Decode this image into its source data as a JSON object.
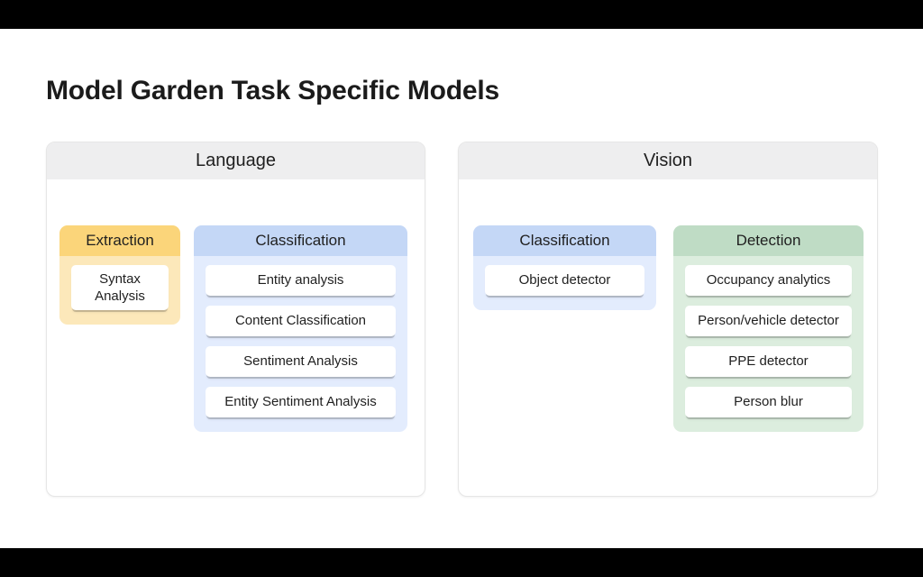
{
  "slide": {
    "title": "Model Garden Task Specific Models",
    "background": "#ffffff",
    "letterbox_color": "#000000"
  },
  "colors": {
    "panel_header_bg": "#eeeeef",
    "amber_header": "#fbd57a",
    "amber_body": "#fce8ba",
    "blue_header": "#c4d7f6",
    "blue_body": "#e3ecfd",
    "green_header": "#bfdcc5",
    "green_body": "#dcedde",
    "card_bg": "#ffffff",
    "text": "#1f1f1f"
  },
  "panels": [
    {
      "id": "language",
      "title": "Language",
      "categories": [
        {
          "id": "extraction",
          "title": "Extraction",
          "theme": "amber",
          "models": [
            {
              "label": "Syntax Analysis"
            }
          ]
        },
        {
          "id": "classification",
          "title": "Classification",
          "theme": "blue",
          "models": [
            {
              "label": "Entity analysis"
            },
            {
              "label": "Content Classification"
            },
            {
              "label": "Sentiment Analysis"
            },
            {
              "label": "Entity Sentiment Analysis"
            }
          ]
        }
      ]
    },
    {
      "id": "vision",
      "title": "Vision",
      "categories": [
        {
          "id": "classification",
          "title": "Classification",
          "theme": "blue",
          "models": [
            {
              "label": "Object detector"
            }
          ]
        },
        {
          "id": "detection",
          "title": "Detection",
          "theme": "green",
          "models": [
            {
              "label": "Occupancy analytics"
            },
            {
              "label": "Person/vehicle detector"
            },
            {
              "label": "PPE detector"
            },
            {
              "label": "Person blur"
            }
          ]
        }
      ]
    }
  ]
}
